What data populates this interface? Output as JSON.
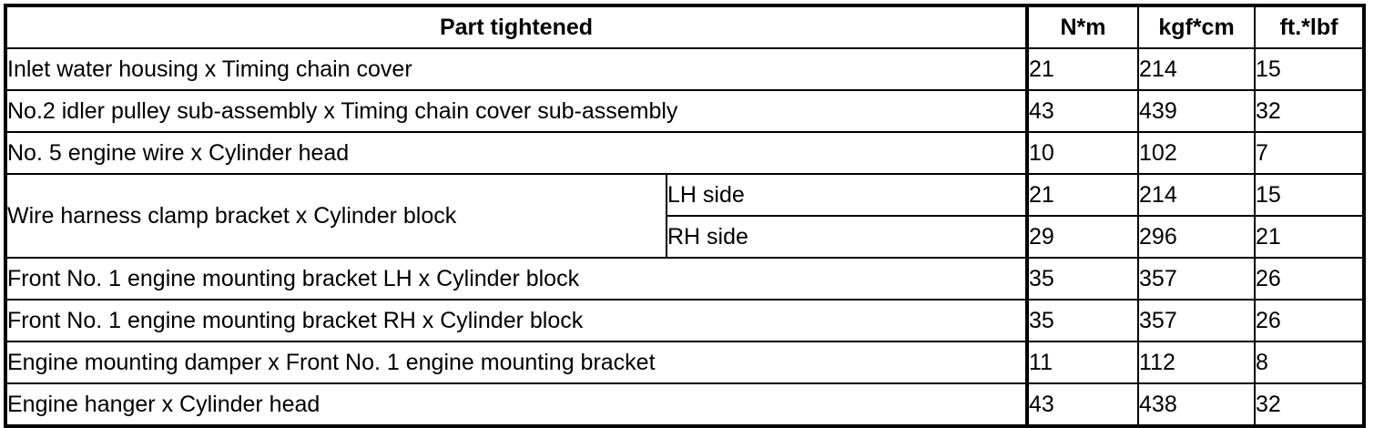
{
  "table": {
    "headers": {
      "part": "Part tightened",
      "nm": "N*m",
      "kgfcm": "kgf*cm",
      "ftlbf": "ft.*lbf"
    },
    "rows": [
      {
        "part": "Inlet water housing x Timing chain cover",
        "side": "",
        "nm": "21",
        "kgfcm": "214",
        "ftlbf": "15"
      },
      {
        "part": "No.2 idler pulley sub-assembly x Timing chain cover sub-assembly",
        "side": "",
        "nm": "43",
        "kgfcm": "439",
        "ftlbf": "32"
      },
      {
        "part": "No. 5 engine wire x Cylinder head",
        "side": "",
        "nm": "10",
        "kgfcm": "102",
        "ftlbf": "7"
      },
      {
        "part": "Wire harness clamp bracket x Cylinder block",
        "side": "LH side",
        "nm": "21",
        "kgfcm": "214",
        "ftlbf": "15"
      },
      {
        "part": "",
        "side": "RH side",
        "nm": "29",
        "kgfcm": "296",
        "ftlbf": "21"
      },
      {
        "part": "Front No. 1 engine mounting bracket LH x Cylinder block",
        "side": "",
        "nm": "35",
        "kgfcm": "357",
        "ftlbf": "26"
      },
      {
        "part": "Front No. 1 engine mounting bracket RH x Cylinder block",
        "side": "",
        "nm": "35",
        "kgfcm": "357",
        "ftlbf": "26"
      },
      {
        "part": "Engine mounting damper x Front No. 1 engine mounting bracket",
        "side": "",
        "nm": "11",
        "kgfcm": "112",
        "ftlbf": "8"
      },
      {
        "part": "Engine hanger x Cylinder head",
        "side": "",
        "nm": "43",
        "kgfcm": "438",
        "ftlbf": "32"
      }
    ]
  }
}
